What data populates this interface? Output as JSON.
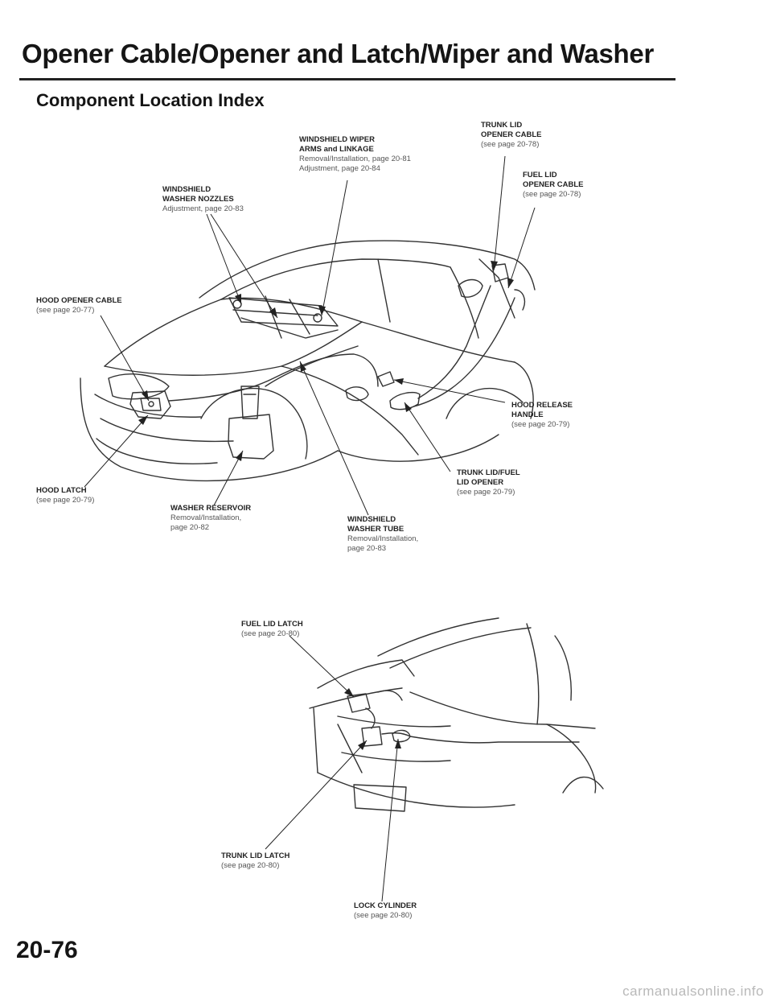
{
  "page": {
    "title": "Opener Cable/Opener and Latch/Wiper and Washer",
    "subtitle": "Component Location Index",
    "page_number": "20-76",
    "watermark": "carmanualsonline.info"
  },
  "callouts": {
    "windshield_wiper": {
      "name_lines": [
        "WINDSHIELD WIPER",
        "ARMS and LINKAGE"
      ],
      "ref_lines": [
        "Removal/Installation, page 20-81",
        "Adjustment, page 20-84"
      ]
    },
    "trunk_lid_opener_cable": {
      "name_lines": [
        "TRUNK LID",
        "OPENER CABLE"
      ],
      "ref_lines": [
        "(see page 20-78)"
      ]
    },
    "fuel_lid_opener_cable": {
      "name_lines": [
        "FUEL LID",
        "OPENER CABLE"
      ],
      "ref_lines": [
        "(see page 20-78)"
      ]
    },
    "washer_nozzles": {
      "name_lines": [
        "WINDSHIELD",
        "WASHER NOZZLES"
      ],
      "ref_lines": [
        "Adjustment, page 20-83"
      ]
    },
    "hood_opener_cable": {
      "name_lines": [
        "HOOD OPENER CABLE"
      ],
      "ref_lines": [
        "(see page 20-77)"
      ]
    },
    "hood_release_handle": {
      "name_lines": [
        "HOOD RELEASE",
        "HANDLE"
      ],
      "ref_lines": [
        "(see page 20-79)"
      ]
    },
    "trunk_fuel_lid_opener": {
      "name_lines": [
        "TRUNK LID/FUEL",
        "LID OPENER"
      ],
      "ref_lines": [
        "(see page 20-79)"
      ]
    },
    "hood_latch": {
      "name_lines": [
        "HOOD LATCH"
      ],
      "ref_lines": [
        "(see page 20-79)"
      ]
    },
    "washer_reservoir": {
      "name_lines": [
        "WASHER RESERVOIR"
      ],
      "ref_lines": [
        "Removal/Installation,",
        "page 20-82"
      ]
    },
    "washer_tube": {
      "name_lines": [
        "WINDSHIELD",
        "WASHER TUBE"
      ],
      "ref_lines": [
        "Removal/Installation,",
        "page 20-83"
      ]
    },
    "fuel_lid_latch": {
      "name_lines": [
        "FUEL LID LATCH"
      ],
      "ref_lines": [
        "(see page 20-80)"
      ]
    },
    "trunk_lid_latch": {
      "name_lines": [
        "TRUNK LID LATCH"
      ],
      "ref_lines": [
        "(see page 20-80)"
      ]
    },
    "lock_cylinder": {
      "name_lines": [
        "LOCK CYLINDER"
      ],
      "ref_lines": [
        "(see page 20-80)"
      ]
    }
  }
}
